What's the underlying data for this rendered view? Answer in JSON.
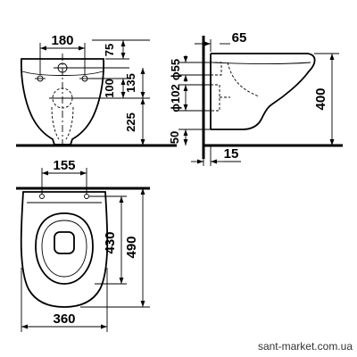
{
  "front_view": {
    "dim_width": "180",
    "dim_top": "75",
    "dim_mid": "100",
    "dim_high": "135",
    "dim_low": "225",
    "dim_floor": "50"
  },
  "side_view": {
    "dim_top_offset": "65",
    "dim_dia_small": "ϕ55",
    "dim_dia_large": "ϕ102",
    "dim_height": "400",
    "dim_wall_gap": "15"
  },
  "top_view": {
    "dim_holes": "155",
    "dim_inner": "430",
    "dim_length": "490",
    "dim_width": "360"
  },
  "watermark": "sant-market.com.ua"
}
